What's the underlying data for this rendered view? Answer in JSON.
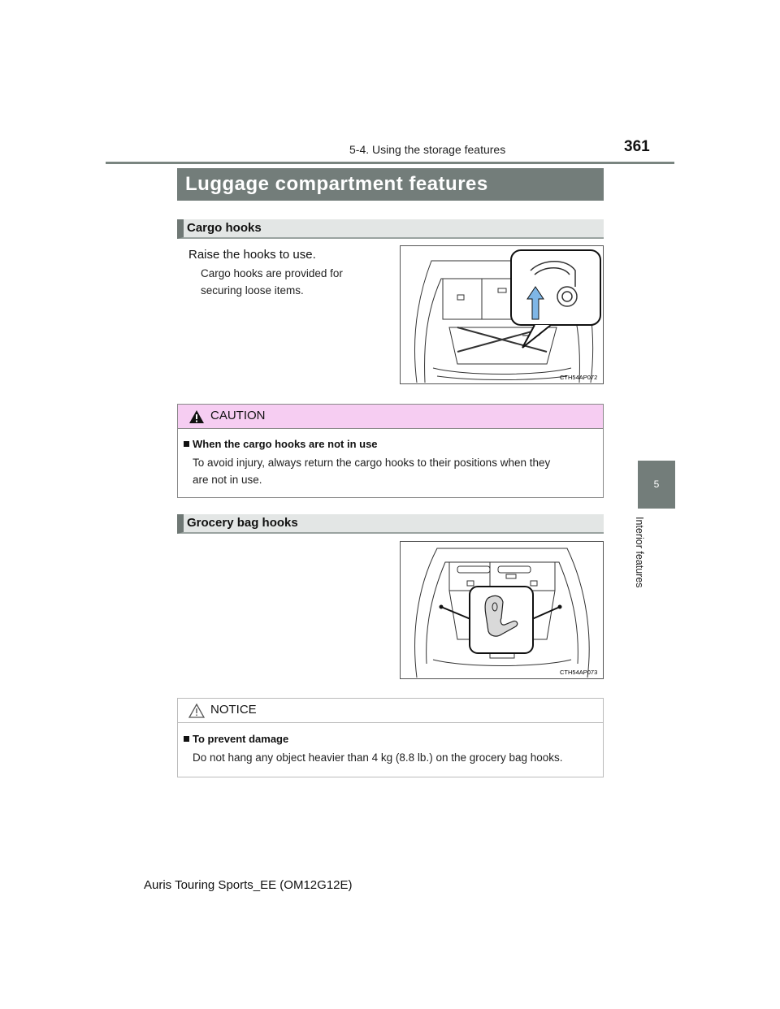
{
  "header": {
    "section": "5-4. Using the storage features",
    "page_number": "361"
  },
  "side_tab": {
    "chapter_number": "5",
    "chapter_label": "Interior features"
  },
  "page_title": "Luggage compartment features",
  "cargo_hooks": {
    "heading": "Cargo hooks",
    "instruction": "Raise the hooks to use.",
    "description_line1": "Cargo hooks are provided for",
    "description_line2": "securing loose items.",
    "image_code": "CTH54AP072"
  },
  "caution": {
    "label": "CAUTION",
    "item_title": "When the cargo hooks are not in use",
    "item_text_line1": "To avoid injury, always return the cargo hooks to their positions when they",
    "item_text_line2": "are not in use."
  },
  "grocery_bag_hooks": {
    "heading": "Grocery bag hooks",
    "image_code": "CTH54AP073"
  },
  "notice": {
    "label": "NOTICE",
    "item_title": "To prevent damage",
    "item_text": "Do not hang any object heavier than 4 kg (8.8 lb.) on the grocery bag hooks."
  },
  "footer": {
    "model": "Auris Touring Sports_EE (OM12G12E)"
  },
  "colors": {
    "banner": "#737d7a",
    "caution_header": "#f6cdf2",
    "section_header": "#e3e6e5"
  }
}
